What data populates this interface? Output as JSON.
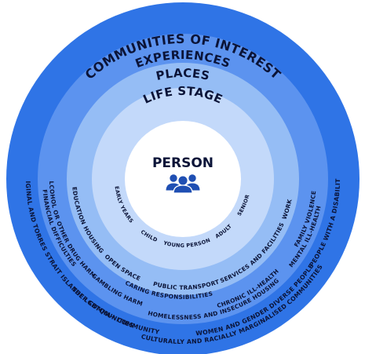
{
  "colors": {
    "ring_communities": "#2f74e6",
    "ring_experiences": "#5c93ef",
    "ring_places": "#95bdf5",
    "ring_life_stage": "#c3d9fa",
    "ring_person": "#ffffff",
    "text": "#0b1438",
    "icon": "#1f4fb3"
  },
  "rings": {
    "communities": {
      "title": "COMMUNITIES OF INTEREST",
      "left": [
        "ABORIGINAL AND TORRES STRAIT ISLANDER COMMUNITIES",
        "THE LGBTQIA+ COMMUNITY"
      ],
      "right": [
        "PEOPLE WITH A DISABILITY"
      ],
      "bottom": [
        "WOMEN AND GENDER DIVERSE PEOPLE",
        "CULTURALLY AND RACIALLY MARGINALISED COMMUNITIES"
      ]
    },
    "experiences": {
      "title": "EXPERIENCES",
      "left": [
        "ALCOHOL OR OTHER DRUG HARM",
        "FINANCIAL DIFFICULTIES",
        "GAMBLING HARM"
      ],
      "right": [
        "FAMILY VIOLENCE",
        "MENTAL ILL-HEALTH"
      ],
      "bottom": [
        "CHRONIC ILL-HEALTH",
        "HOMELESSNESS AND INSECURE HOUSING"
      ]
    },
    "places": {
      "title": "PLACES",
      "left": [
        "EDUCATION",
        "HOUSING",
        "OPEN SPACE"
      ],
      "right": [
        "WORK",
        "SERVICES AND FACILITIES"
      ],
      "bottom": [
        "PUBLIC TRANSPORT",
        "CARING RESPONSIBILITIES"
      ]
    },
    "life_stage": {
      "title": "LIFE STAGE",
      "items": [
        "EARLY YEARS",
        "CHILD",
        "YOUNG PERSON",
        "ADULT",
        "SENIOR"
      ]
    },
    "person": {
      "title": "PERSON",
      "icon": "group-of-people-icon"
    }
  }
}
